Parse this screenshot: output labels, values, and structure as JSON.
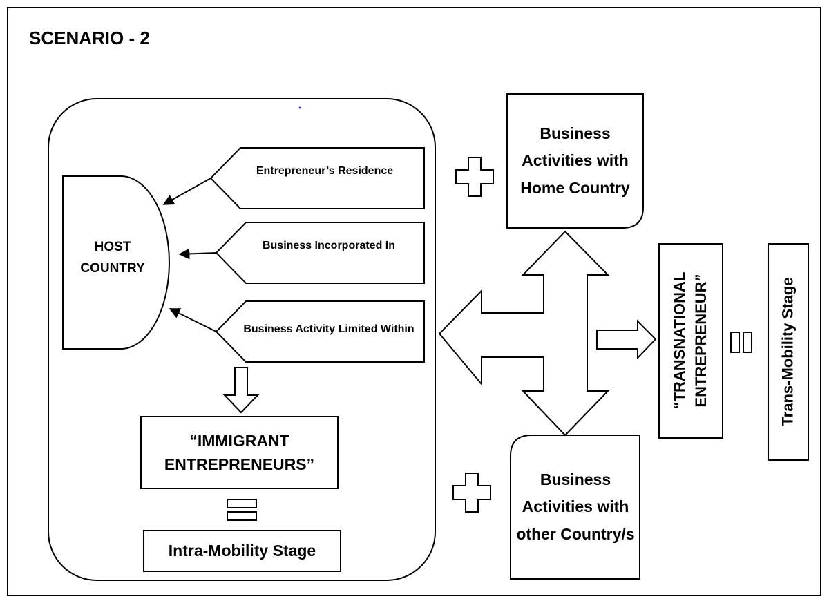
{
  "title": "SCENARIO - 2",
  "host_country": "HOST COUNTRY",
  "factors": [
    {
      "text": "Entrepreneur’s Residence"
    },
    {
      "text": "Business Incorporated In"
    },
    {
      "text": "Business Activity Limited Within"
    }
  ],
  "immigrant": "“IMMIGRANT ENTREPRENEURS”",
  "intra_stage": "Intra-Mobility Stage",
  "home_activities": "Business Activities with Home Country",
  "other_activities": "Business Activities with other Country/s",
  "transnational": "“TRANSNATIONAL ENTREPRENEUR”",
  "trans_stage": "Trans-Mobility Stage",
  "colors": {
    "stroke": "#000000",
    "fill": "#ffffff",
    "text": "#000000",
    "dot": "#3a3ad0"
  },
  "icons": [
    "plus-icon",
    "equals-icon",
    "arrow-down-icon",
    "arrow-right-icon",
    "four-way-arrow-icon"
  ]
}
